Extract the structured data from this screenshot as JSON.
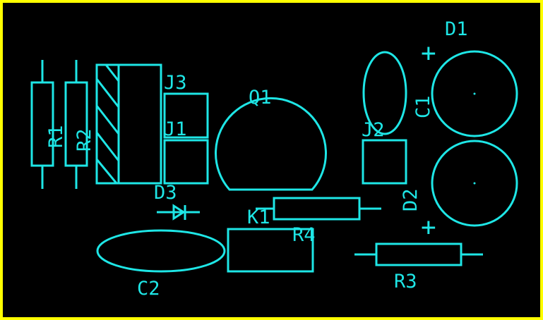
{
  "board": {
    "border_color": "#ffff00",
    "silk_color": "#1ee6e6",
    "background": "#000000"
  },
  "labels": {
    "d1": "D1",
    "c1": "C1",
    "j3": "J3",
    "j1": "J1",
    "q1": "Q1",
    "j2": "J2",
    "d2": "D2",
    "d3": "D3",
    "k1": "K1",
    "r4": "R4",
    "r3": "R3",
    "c2": "C2",
    "r1": "R1",
    "r2": "R2",
    "plus_top": "+",
    "plus_bottom": "+"
  }
}
